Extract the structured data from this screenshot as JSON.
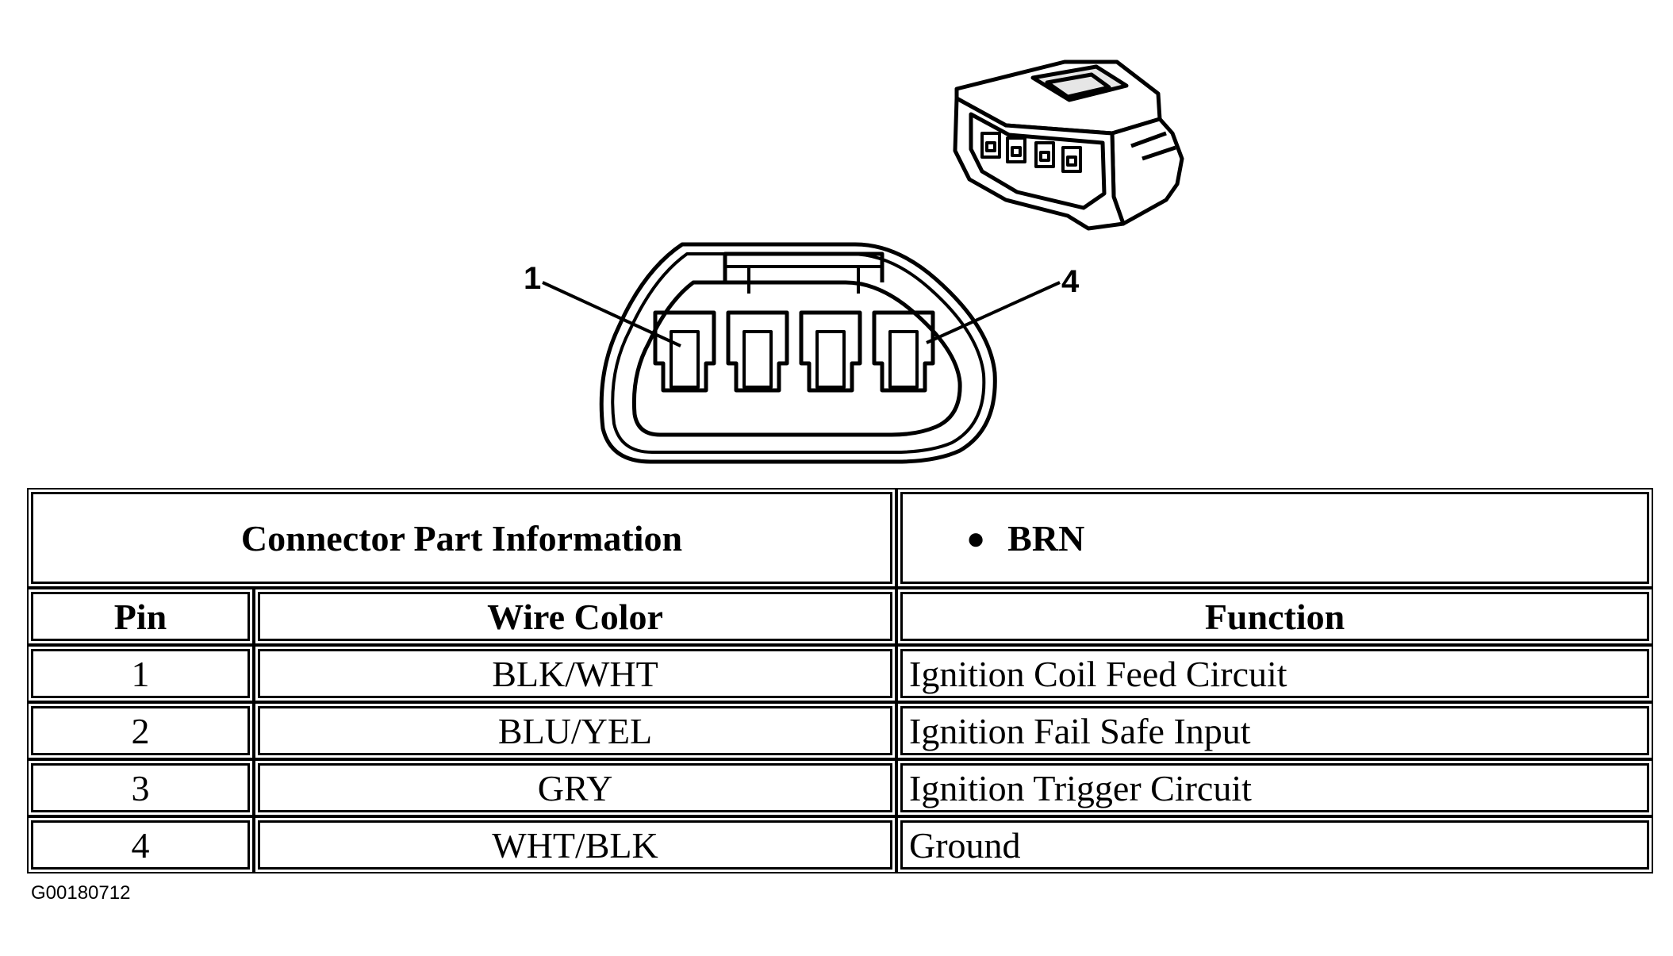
{
  "diagram": {
    "pin_labels": [
      "1",
      "4"
    ],
    "terminal_count": 4
  },
  "table": {
    "header": {
      "part_info_label": "Connector Part Information",
      "part_info_value": "BRN",
      "col_pin": "Pin",
      "col_wire_color": "Wire Color",
      "col_function": "Function"
    },
    "rows": [
      {
        "pin": "1",
        "wire_color": "BLK/WHT",
        "function": "Ignition Coil Feed Circuit"
      },
      {
        "pin": "2",
        "wire_color": "BLU/YEL",
        "function": "Ignition Fail Safe Input"
      },
      {
        "pin": "3",
        "wire_color": "GRY",
        "function": "Ignition Trigger Circuit"
      },
      {
        "pin": "4",
        "wire_color": "WHT/BLK",
        "function": "Ground"
      }
    ]
  },
  "figure_code": "G00180712"
}
